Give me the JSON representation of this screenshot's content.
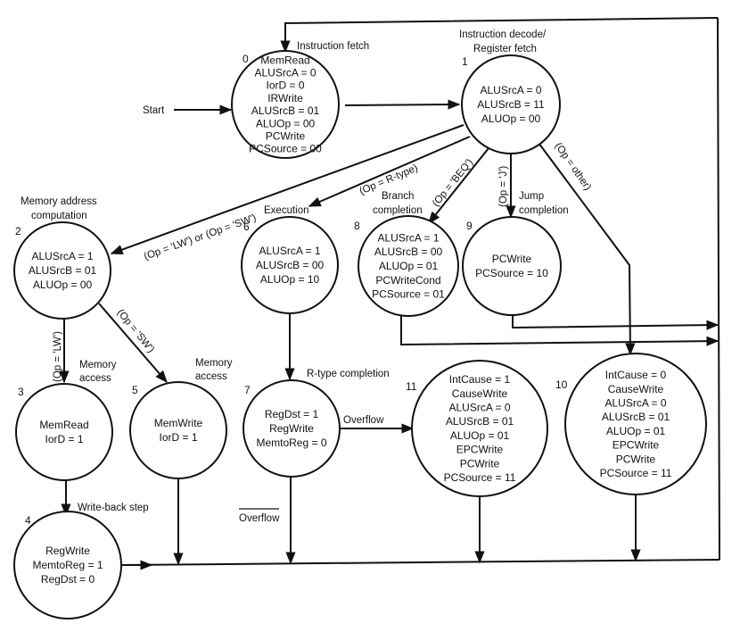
{
  "start_label": "Start",
  "colors": {
    "ink": "#111111",
    "background": "#ffffff"
  },
  "states": [
    {
      "id": "0",
      "number": "0",
      "title": [
        "Instruction fetch"
      ],
      "signals": [
        "MemRead",
        "ALUSrcA = 0",
        "IorD = 0",
        "IRWrite",
        "ALUSrcB = 01",
        "ALUOp = 00",
        "PCWrite",
        "PCSource = 00"
      ]
    },
    {
      "id": "1",
      "number": "1",
      "title": [
        "Instruction decode/",
        "Register fetch"
      ],
      "signals": [
        "ALUSrcA = 0",
        "ALUSrcB = 11",
        "ALUOp = 00"
      ]
    },
    {
      "id": "2",
      "number": "2",
      "title": [
        "Memory address",
        "computation"
      ],
      "signals": [
        "ALUSrcA = 1",
        "ALUSrcB = 01",
        "ALUOp = 00"
      ]
    },
    {
      "id": "3",
      "number": "3",
      "title": [
        "Memory",
        "access"
      ],
      "signals": [
        "MemRead",
        "IorD = 1"
      ]
    },
    {
      "id": "4",
      "number": "4",
      "title": [
        "Write-back step"
      ],
      "signals": [
        "RegWrite",
        "MemtoReg = 1",
        "RegDst = 0"
      ]
    },
    {
      "id": "5",
      "number": "5",
      "title": [
        "Memory",
        "access"
      ],
      "signals": [
        "MemWrite",
        "IorD = 1"
      ]
    },
    {
      "id": "6",
      "number": "6",
      "title": [
        "Execution"
      ],
      "signals": [
        "ALUSrcA = 1",
        "ALUSrcB = 00",
        "ALUOp = 10"
      ]
    },
    {
      "id": "7",
      "number": "7",
      "title": [
        "R-type completion"
      ],
      "signals": [
        "RegDst = 1",
        "RegWrite",
        "MemtoReg = 0"
      ]
    },
    {
      "id": "8",
      "number": "8",
      "title": [
        "Branch",
        "completion"
      ],
      "signals": [
        "ALUSrcA = 1",
        "ALUSrcB = 00",
        "ALUOp = 01",
        "PCWriteCond",
        "PCSource = 01"
      ]
    },
    {
      "id": "9",
      "number": "9",
      "title": [
        "Jump",
        "completion"
      ],
      "signals": [
        "PCWrite",
        "PCSource = 10"
      ]
    },
    {
      "id": "10",
      "number": "10",
      "title": [],
      "signals": [
        "IntCause = 0",
        "CauseWrite",
        "ALUSrcA = 0",
        "ALUSrcB = 01",
        "ALUOp = 01",
        "EPCWrite",
        "PCWrite",
        "PCSource = 11"
      ]
    },
    {
      "id": "11",
      "number": "11",
      "title": [],
      "signals": [
        "IntCause = 1",
        "CauseWrite",
        "ALUSrcA = 0",
        "ALUSrcB = 01",
        "ALUOp = 01",
        "EPCWrite",
        "PCWrite",
        "PCSource = 11"
      ]
    }
  ],
  "transitions": [
    {
      "from": "0",
      "to": "1",
      "condition": ""
    },
    {
      "from": "1",
      "to": "2",
      "condition": "(Op = 'LW') or (Op = 'SW')"
    },
    {
      "from": "1",
      "to": "6",
      "condition": "(Op = R-type)"
    },
    {
      "from": "1",
      "to": "8",
      "condition": "(Op = 'BEQ')"
    },
    {
      "from": "1",
      "to": "9",
      "condition": "(Op = 'J')"
    },
    {
      "from": "1",
      "to": "10",
      "condition": "(Op = other)"
    },
    {
      "from": "2",
      "to": "3",
      "condition": "(Op = 'LW')"
    },
    {
      "from": "2",
      "to": "5",
      "condition": "(Op = 'SW')"
    },
    {
      "from": "3",
      "to": "4",
      "condition": ""
    },
    {
      "from": "6",
      "to": "7",
      "condition": ""
    },
    {
      "from": "7",
      "to": "11",
      "condition": "Overflow"
    },
    {
      "from": "7",
      "to": "0",
      "condition": "Overflow",
      "negated": true
    },
    {
      "from": "4",
      "to": "0",
      "condition": ""
    },
    {
      "from": "5",
      "to": "0",
      "condition": ""
    },
    {
      "from": "8",
      "to": "0",
      "condition": ""
    },
    {
      "from": "9",
      "to": "0",
      "condition": ""
    },
    {
      "from": "10",
      "to": "0",
      "condition": ""
    },
    {
      "from": "11",
      "to": "0",
      "condition": ""
    }
  ]
}
